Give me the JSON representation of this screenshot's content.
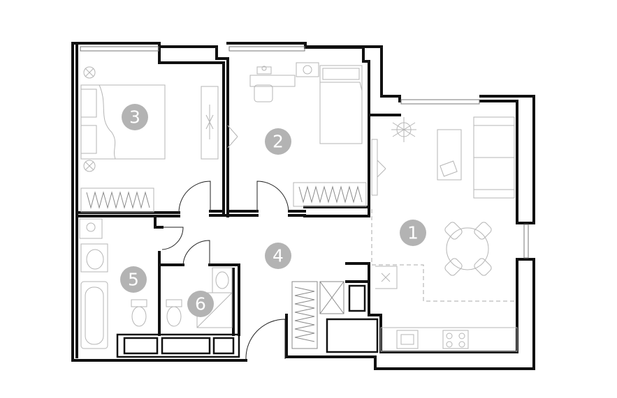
{
  "rooms": [
    {
      "id": "room-1",
      "label": "1"
    },
    {
      "id": "room-2",
      "label": "2"
    },
    {
      "id": "room-3",
      "label": "3"
    },
    {
      "id": "room-4",
      "label": "4"
    },
    {
      "id": "room-5",
      "label": "5"
    },
    {
      "id": "room-6",
      "label": "6"
    }
  ],
  "colors": {
    "wall": "#111111",
    "badge": "#b3b3b3",
    "badge_text": "#ffffff",
    "furniture": "#b5b5b5"
  }
}
